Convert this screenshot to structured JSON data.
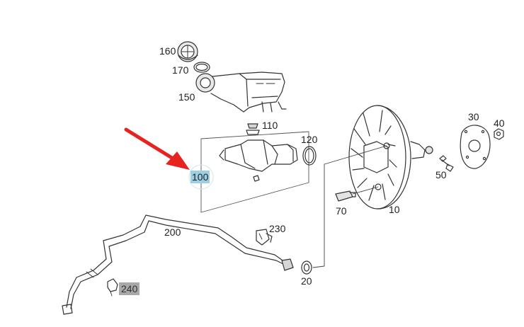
{
  "callouts": {
    "p160": "160",
    "p170": "170",
    "p150": "150",
    "p110": "110",
    "p120": "120",
    "p100": "100",
    "p30": "30",
    "p40": "40",
    "p50": "50",
    "p70": "70",
    "p10": "10",
    "p200": "200",
    "p230": "230",
    "p20": "20",
    "p240": "240"
  },
  "colors": {
    "line": "#333333",
    "arrow": "#e8231f",
    "highlight_selected": "#9ccfe6",
    "highlight_muted": "#a9a9a9"
  }
}
